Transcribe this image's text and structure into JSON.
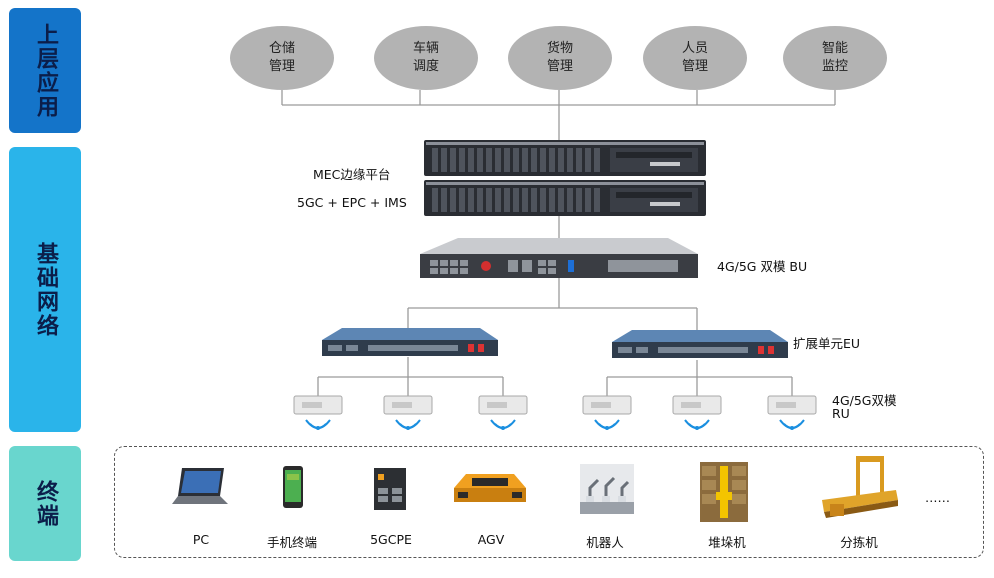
{
  "bands": {
    "top": "上层应用",
    "middle": "基础网络",
    "bottom": "终端"
  },
  "apps": [
    {
      "line1": "仓储",
      "line2": "管理"
    },
    {
      "line1": "车辆",
      "line2": "调度"
    },
    {
      "line1": "货物",
      "line2": "管理"
    },
    {
      "line1": "人员",
      "line2": "管理"
    },
    {
      "line1": "智能",
      "line2": "监控"
    }
  ],
  "network": {
    "mec_label": "MEC边缘平台",
    "core_label": "5GC + EPC + IMS",
    "bu_label": "4G/5G 双模 BU",
    "eu_label": "扩展单元EU",
    "ru_label_line1": "4G/5G双模",
    "ru_label_line2": "RU"
  },
  "terminals": [
    "PC",
    "手机终端",
    "5GCPE",
    "AGV",
    "机器人",
    "堆垛机",
    "分拣机"
  ],
  "terminals_more": "……",
  "colors": {
    "band_top": "#1474c9",
    "band_middle": "#2ab4ea",
    "band_bottom": "#69d6ce",
    "ellipse": "#b3b3b3",
    "wifi": "#1a8fe0"
  }
}
